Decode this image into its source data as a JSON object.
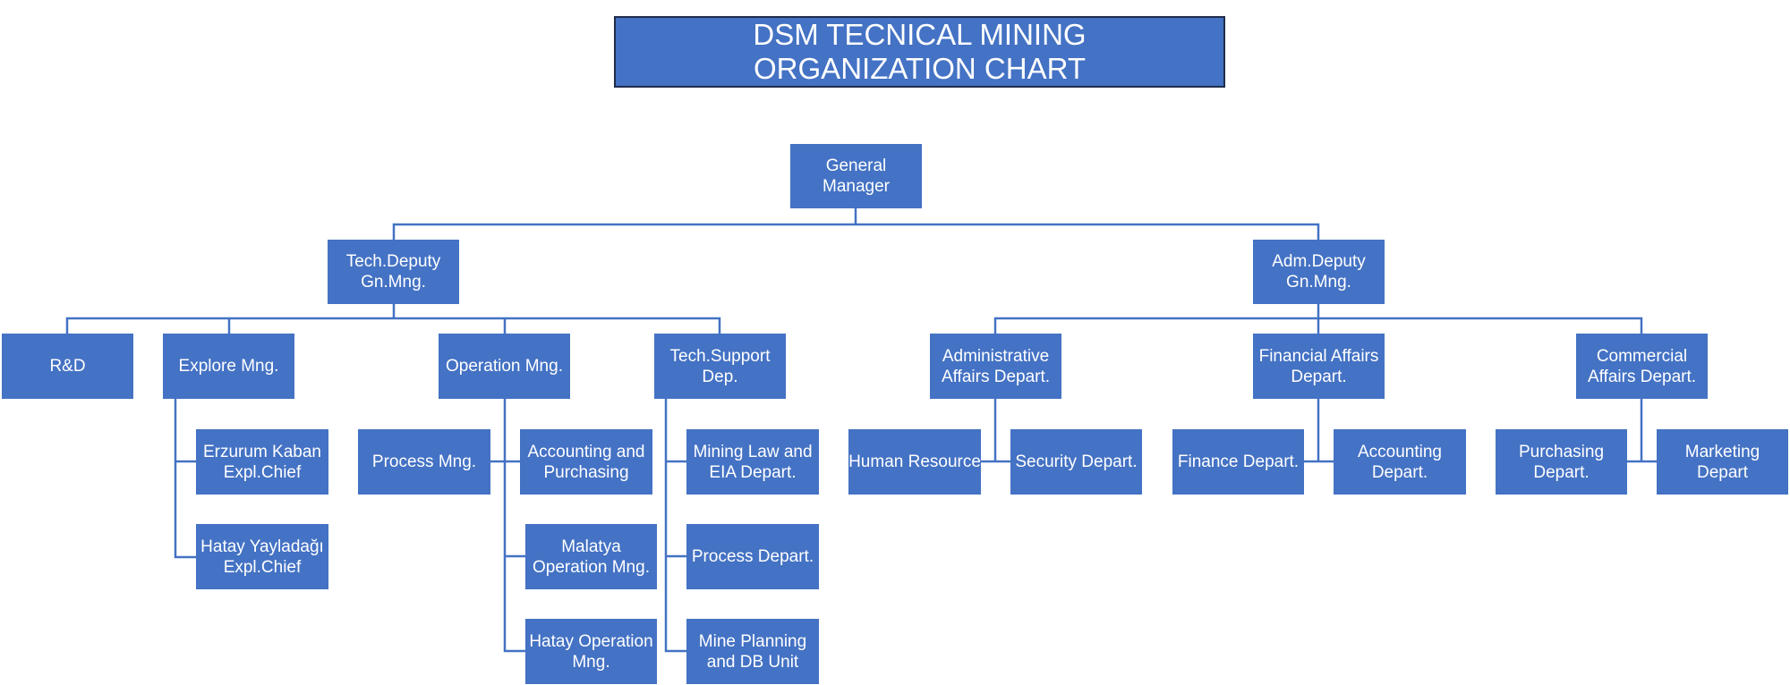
{
  "title": {
    "line1": "DSM TECNICAL MINING",
    "line2": "ORGANIZATION CHART"
  },
  "colors": {
    "box_fill": "#4472c4",
    "box_text": "#ffffff",
    "connector": "#4472c4",
    "title_border": "#1f2d4a"
  },
  "nodes": {
    "gm": "General\nManager",
    "tech_deputy": "Tech.Deputy\nGn.Mng.",
    "adm_deputy": "Adm.Deputy\nGn.Mng.",
    "rnd": "R&D",
    "explore": "Explore Mng.",
    "operation": "Operation Mng.",
    "tech_support": "Tech.Support\nDep.",
    "admin_affairs": "Administrative\nAffairs Depart.",
    "financial_affairs": "Financial Affairs\nDepart.",
    "commercial_affairs": "Commercial\nAffairs Depart.",
    "erzurum": "Erzurum Kaban\nExpl.Chief",
    "hatay_expl": "Hatay Yayladağı\nExpl.Chief",
    "process_mng": "Process Mng.",
    "acc_purch": "Accounting and\nPurchasing",
    "malatya": "Malatya\nOperation Mng.",
    "hatay_op": "Hatay Operation\nMng.",
    "mining_law": "Mining Law and\nEIA Depart.",
    "process_dep": "Process Depart.",
    "mine_planning": "Mine Planning\nand DB Unit",
    "human_resource": "Human Resource",
    "security": "Security Depart.",
    "finance": "Finance Depart.",
    "accounting": "Accounting\nDepart.",
    "purchasing": "Purchasing\nDepart.",
    "marketing": "Marketing\nDepart"
  }
}
